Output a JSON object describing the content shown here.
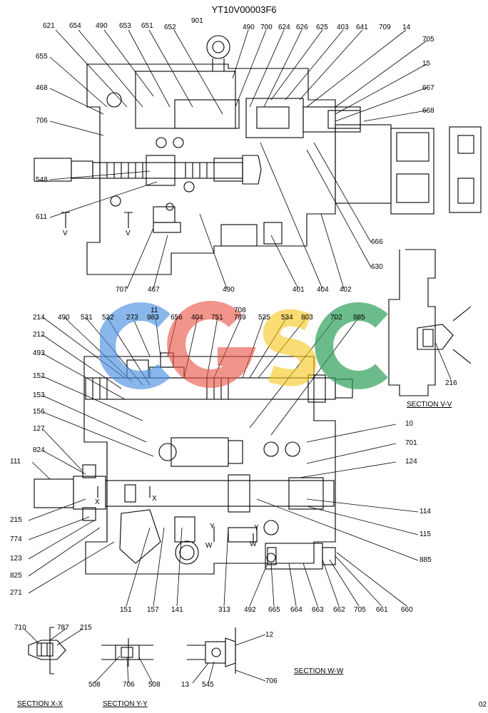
{
  "title": "YT10V00003F6",
  "page_code": "02",
  "watermark": "CGSC",
  "watermark_colors": [
    "#4a90e2",
    "#e84c3d",
    "#f5c518",
    "#2ea05a"
  ],
  "sections": [
    "SECTION V-V",
    "SECTION X-X",
    "SECTION Y-Y",
    "SECTION W-W"
  ],
  "view_markers": [
    "V",
    "V",
    "X",
    "X",
    "Y",
    "Y",
    "W",
    "W"
  ],
  "top_view_labels": [
    "621",
    "654",
    "490",
    "653",
    "651",
    "652",
    "901",
    "490",
    "700",
    "624",
    "626",
    "625",
    "403",
    "641",
    "709",
    "14",
    "705",
    "15",
    "655",
    "468",
    "706",
    "667",
    "668",
    "548",
    "611",
    "666",
    "630",
    "707",
    "467",
    "490",
    "401",
    "404",
    "402"
  ],
  "middle_view_labels": [
    "214",
    "490",
    "531",
    "532",
    "273",
    "11",
    "983",
    "656",
    "404",
    "751",
    "708",
    "789",
    "535",
    "534",
    "803",
    "702",
    "885",
    "212",
    "493",
    "152",
    "153",
    "156",
    "127",
    "824",
    "111",
    "215",
    "774",
    "123",
    "825",
    "271",
    "10",
    "701",
    "124",
    "114",
    "115",
    "885",
    "151",
    "157",
    "141",
    "313",
    "492",
    "665",
    "664",
    "663",
    "662",
    "705",
    "661",
    "660",
    "216"
  ],
  "detail_labels": [
    "710",
    "787",
    "215",
    "508",
    "706",
    "508",
    "12",
    "13",
    "545",
    "706"
  ]
}
